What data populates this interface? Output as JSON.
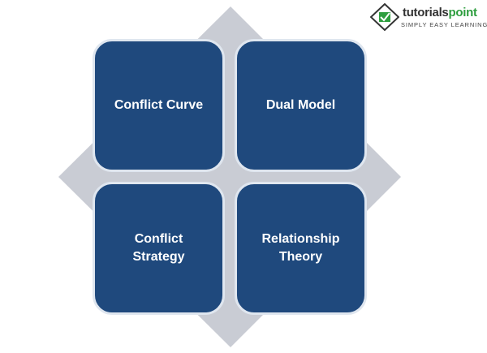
{
  "logo": {
    "name_part1": "tutorials",
    "name_part2": "point",
    "tagline": "SIMPLY EASY LEARNING"
  },
  "quadrants": [
    {
      "label": "Conflict Curve"
    },
    {
      "label": "Dual Model"
    },
    {
      "label": "Conflict Strategy"
    },
    {
      "label": "Relationship Theory"
    }
  ],
  "colors": {
    "box_fill": "#1f497d",
    "box_border": "#dfe6ef",
    "diamond": "#c9ccd4"
  }
}
